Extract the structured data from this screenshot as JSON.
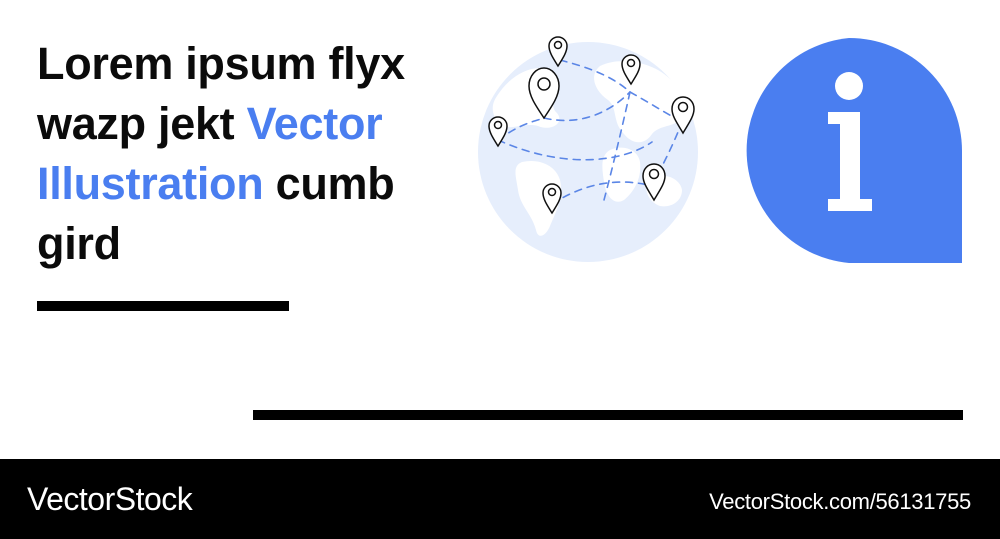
{
  "headline": {
    "part1": "Lorem ipsum flyx wazp jekt ",
    "accent": "Vector Illustration",
    "part2": " cumb gird"
  },
  "colors": {
    "accent": "#4a7ef0",
    "globe_fill": "#e6eefc",
    "land_fill": "#ffffff",
    "route_dash": "#5b86e6",
    "info_bubble": "#4a7ef0",
    "rules": "#000000",
    "footer_bg": "#000000",
    "footer_text": "#ffffff"
  },
  "icons": {
    "globe": "globe-with-routes-icon",
    "pins": "location-pin-icon",
    "info": "info-icon"
  },
  "footer": {
    "brand": "VectorStock",
    "stock_id": "VectorStock.com/56131755"
  }
}
